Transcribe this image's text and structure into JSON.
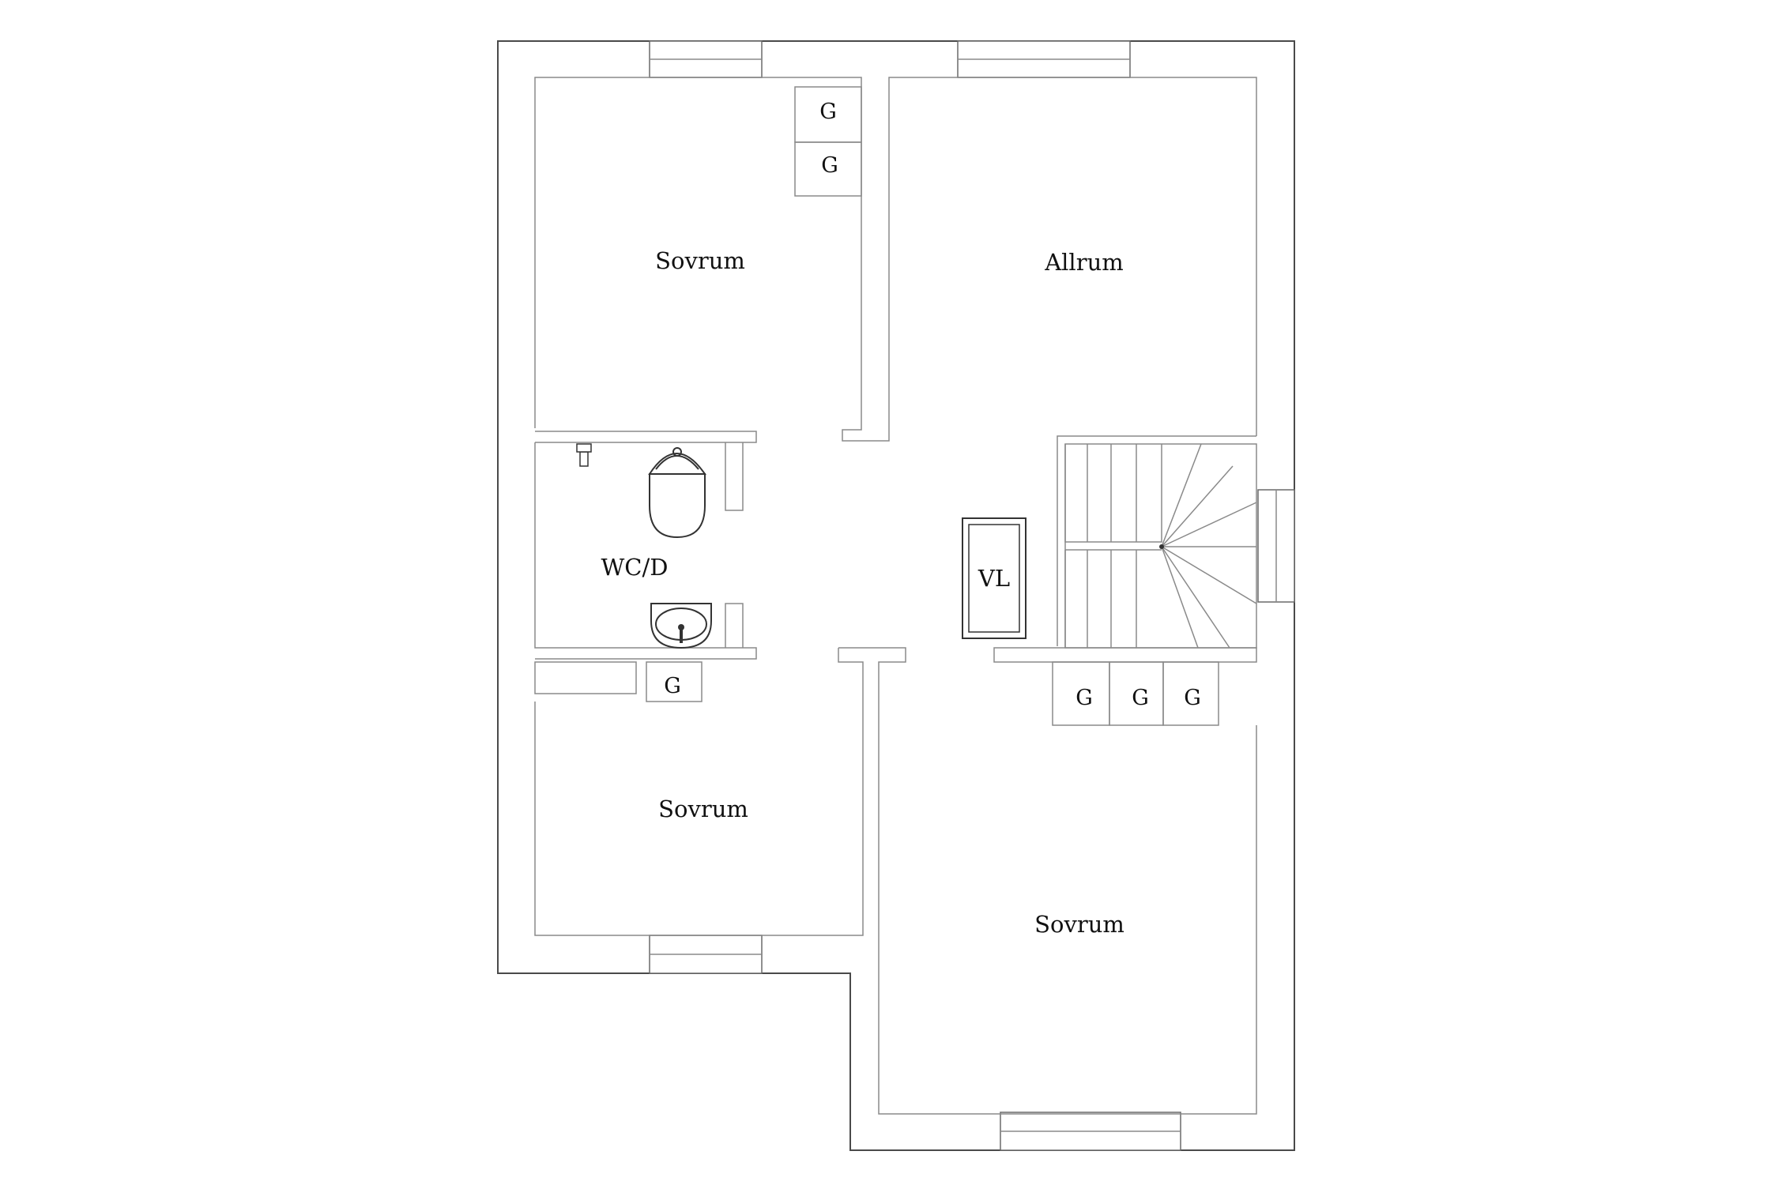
{
  "rooms": {
    "sovrum_top": "Sovrum",
    "allrum": "Allrum",
    "wc": "WC/D",
    "sovrum_mid": "Sovrum",
    "sovrum_bottom": "Sovrum"
  },
  "closets": {
    "g1": "G",
    "g2": "G",
    "g3": "G",
    "g4": "G",
    "g5": "G",
    "g6": "G"
  },
  "fixtures": {
    "vl": "VL"
  }
}
